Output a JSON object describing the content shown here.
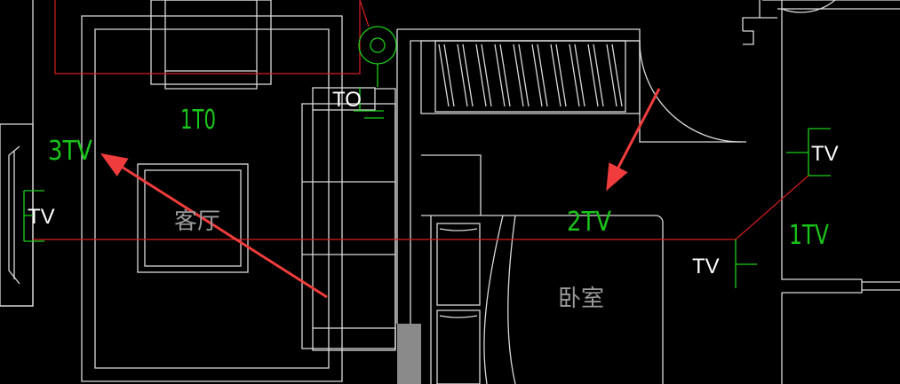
{
  "labels": {
    "living_1to": "1T0",
    "living_3tv": "3TV",
    "living_tv_outlet": "TV",
    "sofa_to": "TO",
    "bedroom_2tv": "2TV",
    "bedroom_tv_outlet": "TV",
    "right_1tv": "1TV",
    "right_tv_outlet": "TV"
  },
  "rooms": {
    "living_room": "客厅",
    "bedroom": "卧室"
  },
  "colors": {
    "background": "#000000",
    "wall_line": "#d9d9d9",
    "cable_line": "#d81e1e",
    "outlet_symbol": "#19d019",
    "annotation_arrow": "#f03c3c",
    "room_label": "#9a9a9a",
    "wall_fill": "#8a8a8a"
  }
}
